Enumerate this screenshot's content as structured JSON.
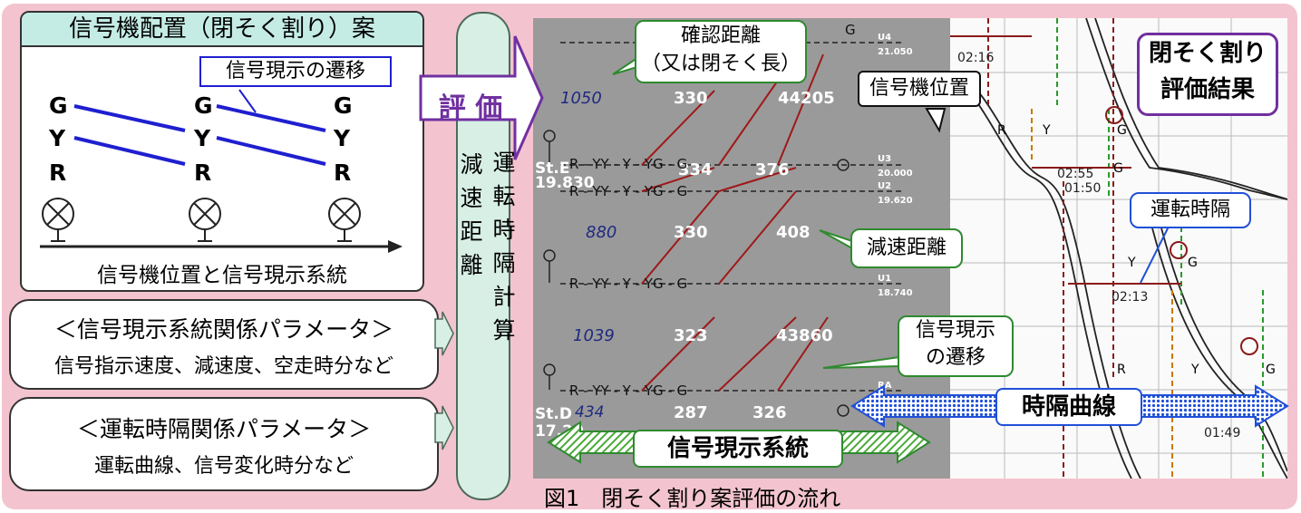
{
  "signal_card": {
    "title": "信号機配置（閉そく割り）案",
    "transition_label": "信号現示の遷移",
    "aspects": [
      "G",
      "Y",
      "R"
    ],
    "bottom_label": "信号機位置と信号現示系統"
  },
  "evaluation_arrow": {
    "label": "評 価"
  },
  "params": [
    {
      "head": "＜信号現示系統関係パラメータ＞",
      "sub": "信号指示速度、減速度、空走時分など"
    },
    {
      "head": "＜運転時隔関係パラメータ＞",
      "sub": "運転曲線、信号変化時分など"
    }
  ],
  "calc_pill": {
    "col1": "減速距離",
    "col2": "運転時隔計算"
  },
  "screenshot": {
    "rows": [
      {
        "left": "1050",
        "cols": [
          "330",
          "44205"
        ],
        "km": "21.050",
        "sig": "U4"
      },
      {
        "left": "",
        "cols": [
          "334",
          "376"
        ],
        "km": "20.000",
        "sig": "U3"
      },
      {
        "left": "19.830",
        "cols": [],
        "km": "19.620",
        "sig": "U2"
      },
      {
        "left": "880",
        "cols": [
          "330",
          "408"
        ],
        "km": "",
        "sig": ""
      },
      {
        "left": "",
        "cols": [],
        "km": "18.740",
        "sig": "U1"
      },
      {
        "left": "1039",
        "cols": [
          "323",
          "43860"
        ],
        "km": "",
        "sig": ""
      },
      {
        "left": "434",
        "cols": [
          "287",
          "326"
        ],
        "km": "",
        "sig": "RA"
      }
    ],
    "station_e": "St.E",
    "station_d": "St.D",
    "station_d_km": "17.20",
    "aspect_chain": [
      "R",
      "YY",
      "Y",
      "YG",
      "G"
    ],
    "times": [
      "02:16",
      "02:55",
      "01:50",
      "02:13",
      "01:49"
    ],
    "graph_aspects": [
      "R",
      "Y",
      "G"
    ]
  },
  "callouts": {
    "confirm": "確認距離\n（又は閉そく長）",
    "signal_position": "信号機位置",
    "decel": "減速距離",
    "transition": "信号現示\nの遷移",
    "headway": "運転時隔"
  },
  "result_box": {
    "line1": "閉そく割り",
    "line2": "評価結果"
  },
  "banners": {
    "aspect_system": "信号現示系統",
    "headway_curve": "時隔曲線"
  },
  "caption": "図1　閉そく割り案評価の流れ",
  "colors": {
    "panel": "#f3c4cf",
    "card_title": "#c4ece4",
    "arrow": "#7030a0",
    "callout_border": "#2f8a2f",
    "line_blue": "#1f1fd0"
  }
}
